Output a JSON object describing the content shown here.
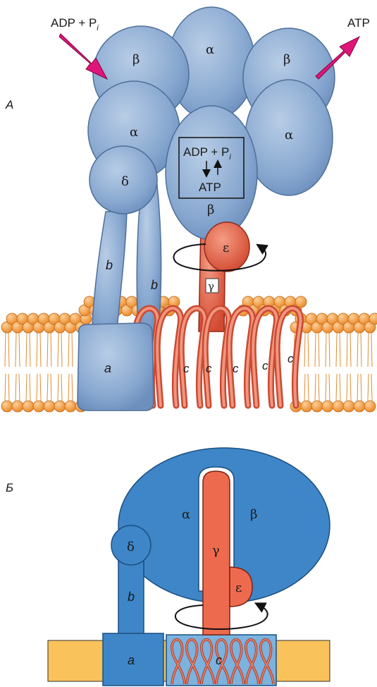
{
  "panel_a": {
    "panel_label": "А",
    "top_left_arrow_label": "ADP + P",
    "top_left_arrow_sub": "i",
    "top_right_arrow_label": "ATP",
    "subunits": {
      "beta_left": "β",
      "alpha_top": "α",
      "beta_right": "β",
      "alpha_left": "α",
      "alpha_right": "α",
      "delta": "δ",
      "beta_center": "β",
      "epsilon": "ε",
      "gamma": "γ",
      "b_left": "b",
      "b_right": "b",
      "a": "a",
      "c": "c"
    },
    "reaction_box": {
      "top": "ADP + P",
      "top_sub": "i",
      "bottom": "ATP"
    },
    "colors": {
      "head_blue": "#8fb0d6",
      "rotor_red": "#e0624c",
      "lipid_orange": "#f4a24a",
      "arrow_magenta": "#e0157a"
    }
  },
  "panel_b": {
    "panel_label": "Б",
    "subunits": {
      "alpha": "α",
      "beta": "β",
      "gamma": "γ",
      "delta": "δ",
      "epsilon": "ε",
      "b": "b",
      "a": "a",
      "c": "c"
    },
    "colors": {
      "head_blue": "#3f86c8",
      "rotor_red": "#ee6a4e",
      "membrane_yellow": "#f9c25a"
    }
  }
}
